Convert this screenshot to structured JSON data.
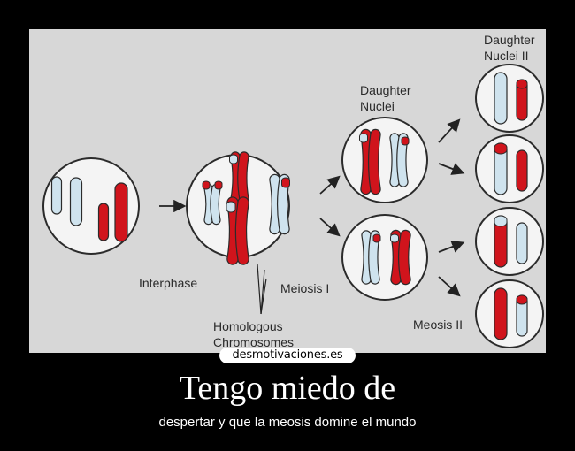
{
  "diagram": {
    "labels": {
      "daughter_nuclei": "Daughter\nNuclei",
      "daughter_nuclei_2": "Daughter\nNuclei II",
      "interphase": "Interphase",
      "meiosis_1": "Meiosis I",
      "homologous": "Homologous\nChromosomes",
      "meiosis_2": "Meosis II"
    },
    "colors": {
      "background": "#d7d7d7",
      "cell_fill": "#f4f4f4",
      "maternal": "#d0141c",
      "paternal": "#cfe3ee",
      "outline": "#2b2b2b"
    }
  },
  "watermark": "desmotivaciones.es",
  "poster": {
    "title": "Tengo miedo de",
    "caption": "despertar y que la meosis domine el mundo"
  }
}
